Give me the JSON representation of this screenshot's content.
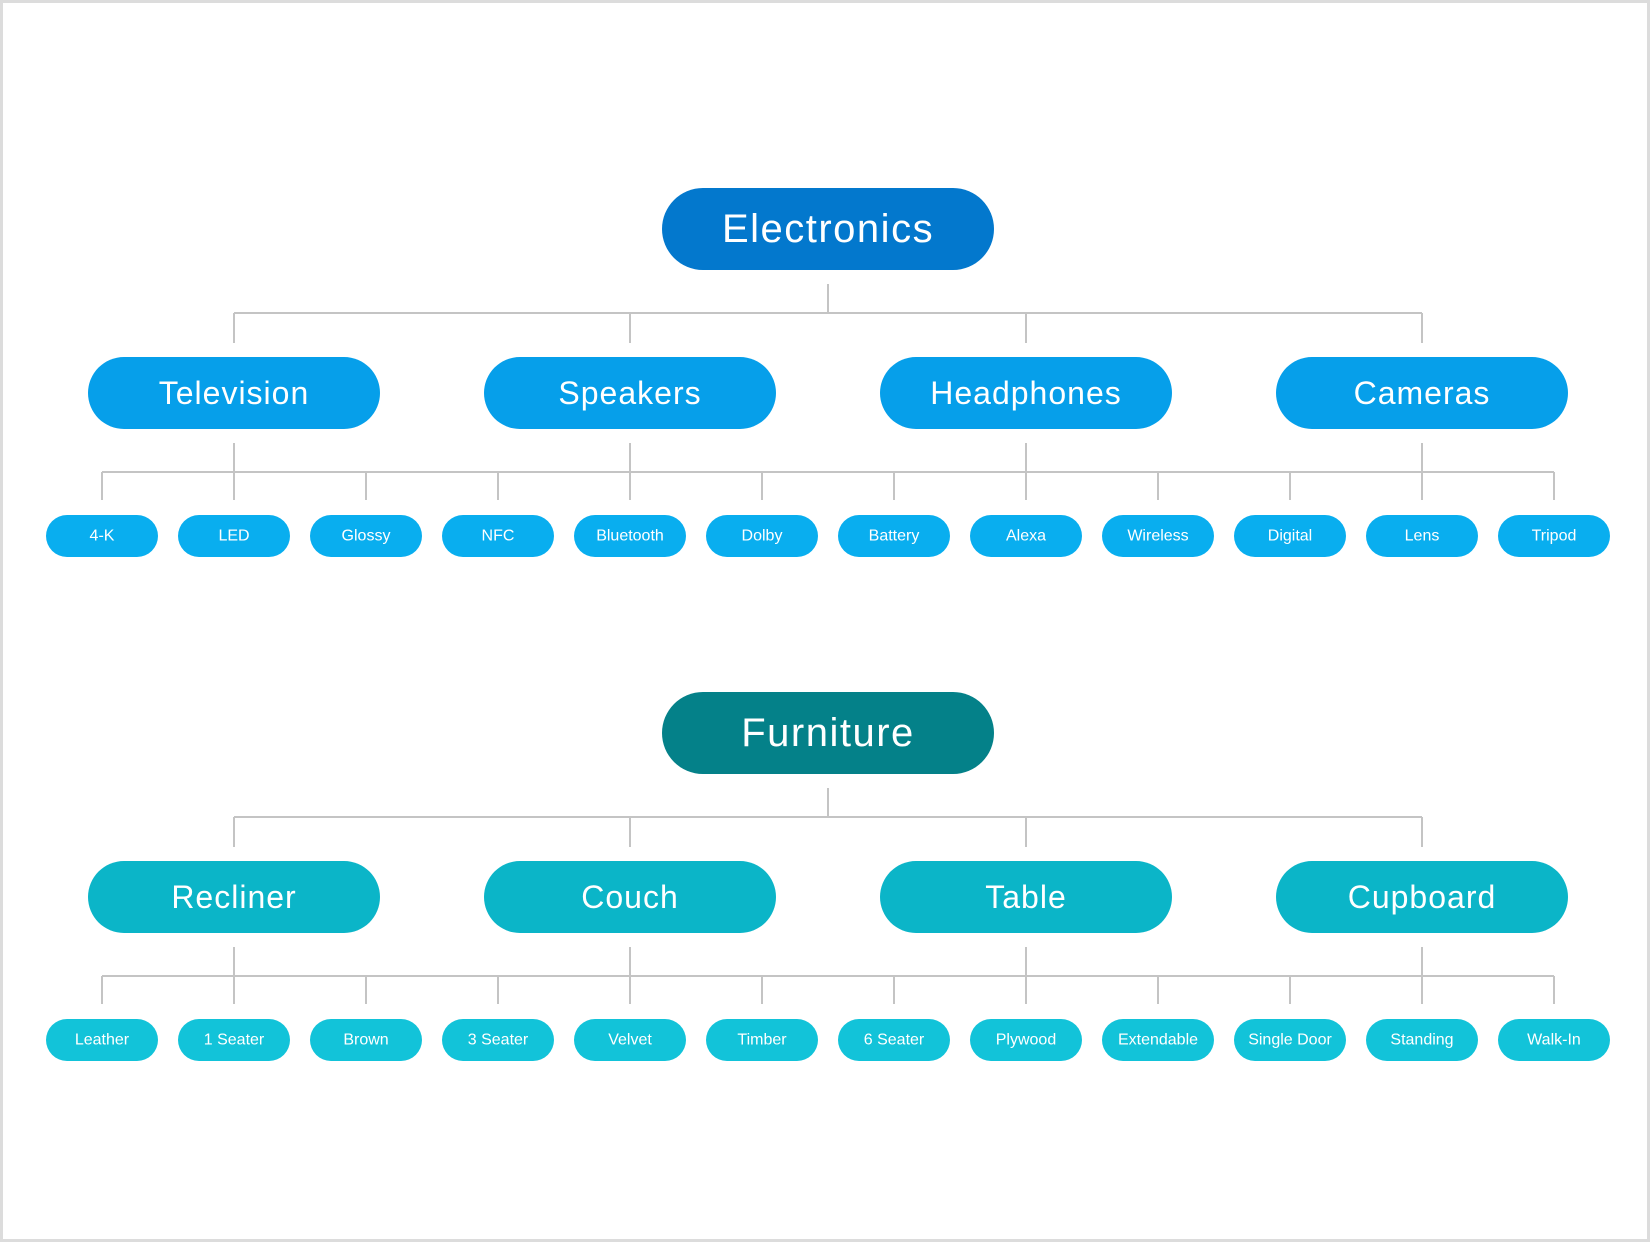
{
  "trees": [
    {
      "name": "Electronics",
      "colors": {
        "root": "#0378cd",
        "category": "#069fea",
        "leaf": "#09aeef"
      },
      "categories": [
        {
          "name": "Television",
          "leaves": [
            "4-K",
            "LED",
            "Glossy"
          ]
        },
        {
          "name": "Speakers",
          "leaves": [
            "NFC",
            "Bluetooth",
            "Dolby"
          ]
        },
        {
          "name": "Headphones",
          "leaves": [
            "Battery",
            "Alexa",
            "Wireless"
          ]
        },
        {
          "name": "Cameras",
          "leaves": [
            "Digital",
            "Lens",
            "Tripod"
          ]
        }
      ]
    },
    {
      "name": "Furniture",
      "colors": {
        "root": "#048189",
        "category": "#0bb5c8",
        "leaf": "#12c3d9"
      },
      "categories": [
        {
          "name": "Recliner",
          "leaves": [
            "Leather",
            "1 Seater",
            "Brown"
          ]
        },
        {
          "name": "Couch",
          "leaves": [
            "3 Seater",
            "Velvet",
            "Timber"
          ]
        },
        {
          "name": "Table",
          "leaves": [
            "6 Seater",
            "Plywood",
            "Extendable"
          ]
        },
        {
          "name": "Cupboard",
          "leaves": [
            "Single Door",
            "Standing",
            "Walk-In"
          ]
        }
      ]
    }
  ],
  "connector_color": "#c4c4c4"
}
